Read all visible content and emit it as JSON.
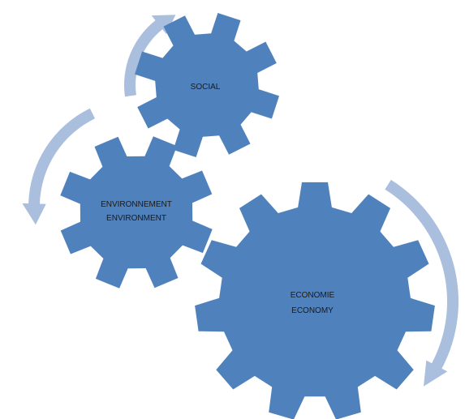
{
  "diagram": {
    "colors": {
      "gear": "#4f81bd",
      "arrow": "#a9bfdd",
      "label": "#1a1a1a",
      "background": "#ffffff"
    },
    "gears": {
      "social": {
        "line1": "SOCIAL"
      },
      "environment": {
        "line1": "ENVIRONNEMENT",
        "line2": "ENVIRONMENT"
      },
      "economy": {
        "line1": "ECONOMIE",
        "line2": "ECONOMY"
      }
    },
    "arrows": {
      "social": {
        "icon": "curved-arrow-icon",
        "direction": "clockwise"
      },
      "environment": {
        "icon": "curved-arrow-icon",
        "direction": "counterclockwise"
      },
      "economy": {
        "icon": "curved-arrow-icon",
        "direction": "clockwise"
      }
    }
  }
}
